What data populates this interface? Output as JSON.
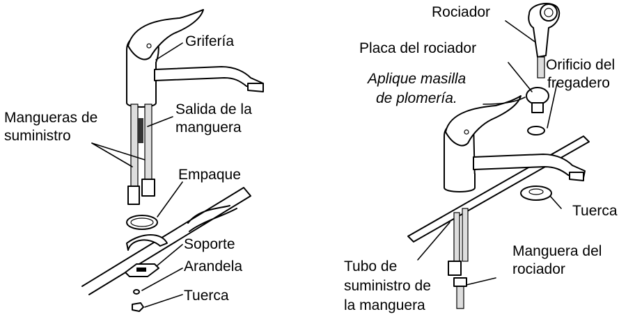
{
  "left_labels": {
    "faucet": "Grifería",
    "supply_hoses_line1": "Mangueras de",
    "supply_hoses_line2": "suministro",
    "hose_outlet_line1": "Salida de la",
    "hose_outlet_line2": "manguera",
    "gasket": "Empaque",
    "bracket": "Soporte",
    "washer": "Arandela",
    "nut": "Tuerca"
  },
  "right_labels": {
    "sprayer": "Rociador",
    "sprayer_plate": "Placa del rociador",
    "putty_line1": "Aplique masilla",
    "putty_line2": "de plomería.",
    "sink_hole_line1": "Orificio del",
    "sink_hole_line2": "fregadero",
    "nut": "Tuerca",
    "supply_tube_line1": "Tubo de",
    "supply_tube_line2": "suministro de",
    "supply_tube_line3": "la manguera",
    "sprayer_hose_line1": "Manguera del",
    "sprayer_hose_line2": "rociador"
  }
}
